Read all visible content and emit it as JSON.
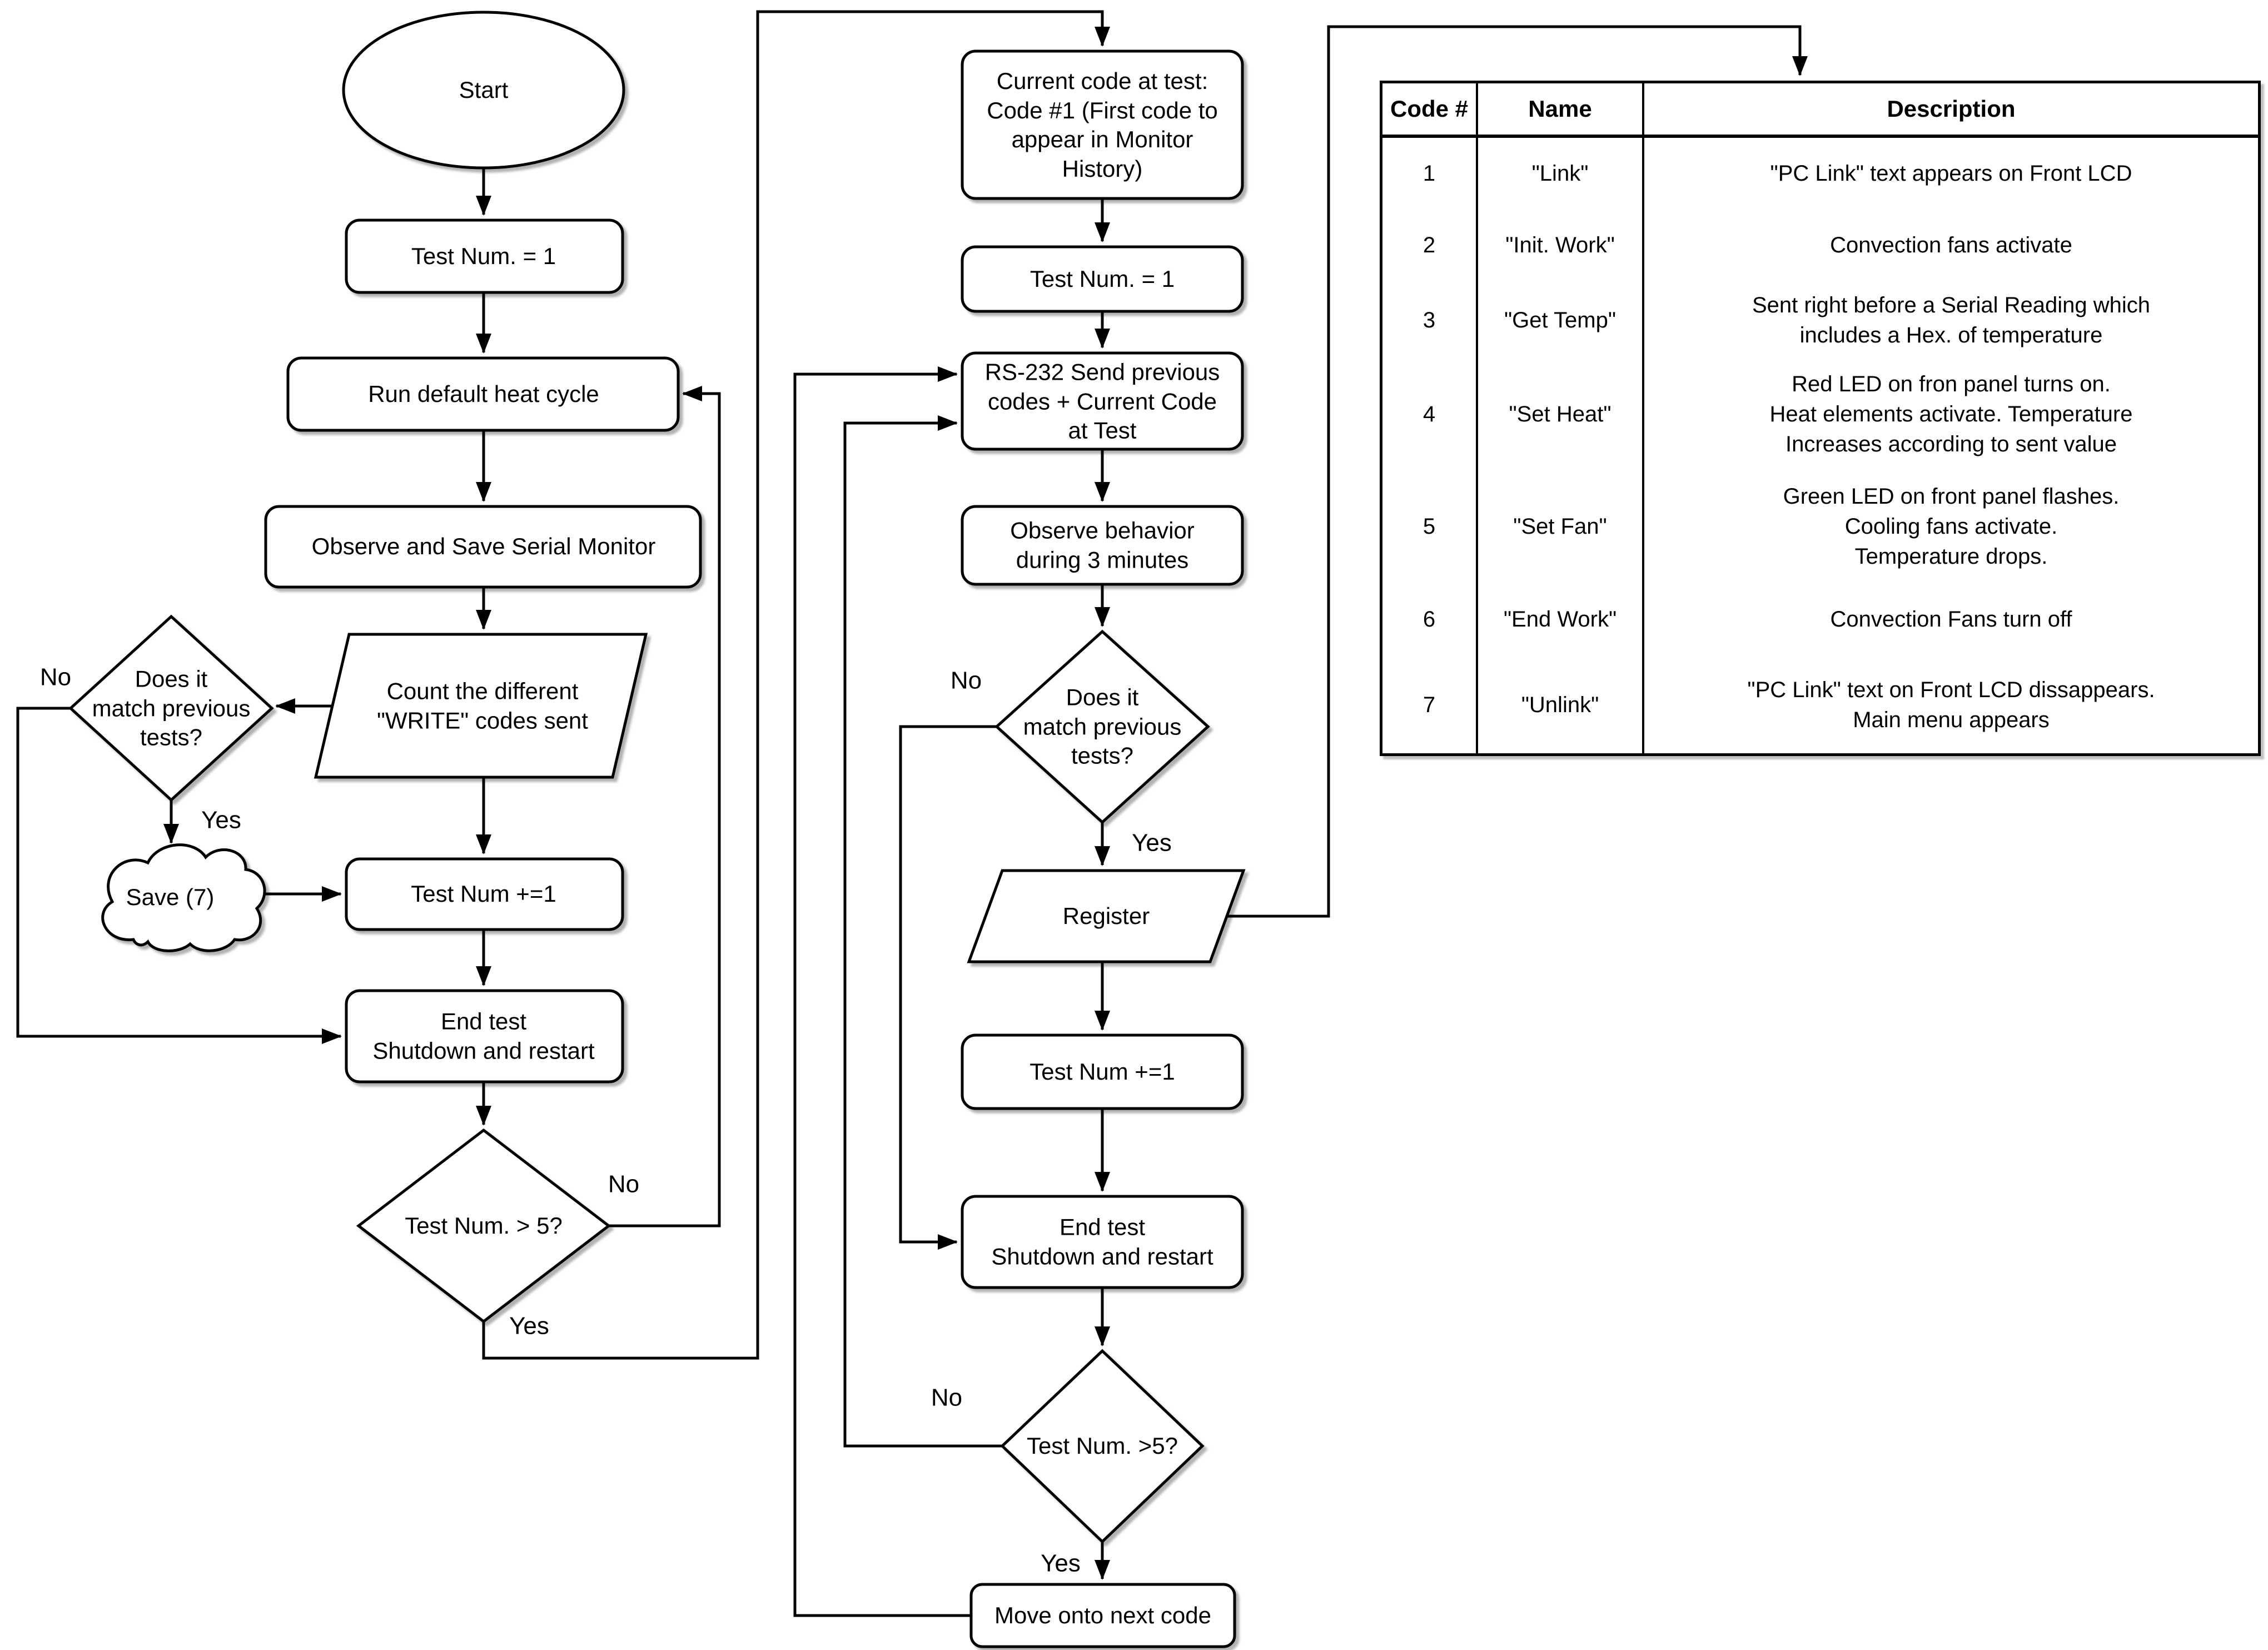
{
  "left_flow": {
    "start": "Start",
    "set_test_num": "Test Num. = 1",
    "run_default": "Run default heat cycle",
    "observe_save": "Observe and Save Serial Monitor",
    "count_codes": "Count the different\n\"WRITE\" codes sent",
    "match_previous": "Does it\nmatch previous\ntests?",
    "save_cloud": "Save (7)",
    "increment": "Test Num +=1",
    "end_test": "End test\nShutdown and restart",
    "gt_five": "Test Num. > 5?"
  },
  "middle_flow": {
    "current_code": "Current code at test:\nCode #1 (First code to\nappear in Monitor\nHistory)",
    "set_test_num": "Test Num. = 1",
    "rs232_send": "RS-232 Send previous\ncodes + Current Code\nat Test",
    "observe_behavior": "Observe behavior\nduring 3 minutes",
    "match_previous": "Does it\nmatch previous\ntests?",
    "register": "Register",
    "increment": "Test Num +=1",
    "end_test": "End test\nShutdown and restart",
    "gt_five": "Test Num. >5?",
    "move_next": "Move onto next code"
  },
  "labels": {
    "yes": "Yes",
    "no": "No"
  },
  "table": {
    "headers": [
      "Code #",
      "Name",
      "Description"
    ],
    "rows": [
      {
        "code": "1",
        "name": "\"Link\"",
        "desc": "\"PC Link\" text appears on Front LCD"
      },
      {
        "code": "2",
        "name": "\"Init. Work\"",
        "desc": "Convection fans activate"
      },
      {
        "code": "3",
        "name": "\"Get Temp\"",
        "desc": "Sent right before a Serial Reading which\nincludes a Hex. of temperature"
      },
      {
        "code": "4",
        "name": "\"Set Heat\"",
        "desc": "Red LED on fron panel turns on.\nHeat elements activate. Temperature\nIncreases according to sent value"
      },
      {
        "code": "5",
        "name": "\"Set Fan\"",
        "desc": "Green LED on front panel flashes.\nCooling fans activate.\nTemperature drops."
      },
      {
        "code": "6",
        "name": "\"End Work\"",
        "desc": "Convection Fans turn off"
      },
      {
        "code": "7",
        "name": "\"Unlink\"",
        "desc": "\"PC Link\" text on Front LCD dissappears.\nMain menu appears"
      }
    ]
  },
  "colors": {
    "stroke": "#000000",
    "fill": "#ffffff",
    "text": "#000000"
  }
}
